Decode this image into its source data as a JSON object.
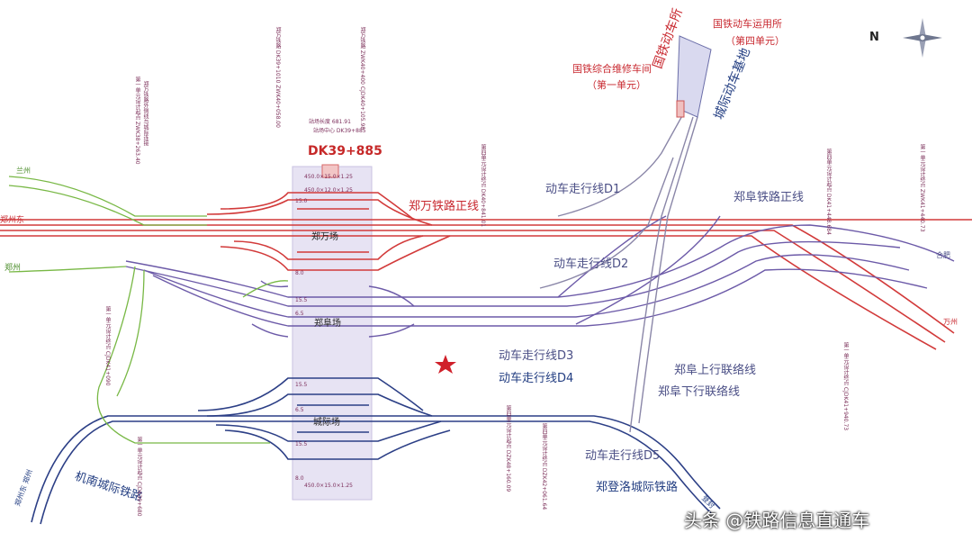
{
  "colors": {
    "zhengwan": "#d23a3a",
    "zhengfu": "#6c5aa8",
    "chengji": "#2c3f86",
    "green": "#78b845",
    "depot": "#d9d9ef"
  },
  "diagram": {
    "top_label": "DK39+885",
    "station_zhengwan": "郑万场",
    "station_zhengfu": "郑阜场",
    "station_chengji": "城际场",
    "line_zhengwan_main": "郑万铁路正线",
    "line_zhengfu_main": "郑阜铁路正线",
    "line_jinan_intercity": "机南城际铁路",
    "line_zhengdeng_intercity": "郑登洛城际铁路",
    "line_d1": "动车走行线D1",
    "line_d2": "动车走行线D2",
    "line_d3": "动车走行线D3",
    "line_d4": "动车走行线D4",
    "line_d5": "动车走行线D5",
    "link_up": "郑阜上行联络线",
    "link_down": "郑阜下行联络线",
    "depot_guotie": "国铁动车所",
    "depot_chengji": "城际动车基地",
    "depot_operation": "国铁动车运用所",
    "depot_operation_sub": "（第四单元）",
    "depot_maintenance": "国铁综合维修车间",
    "depot_maintenance_sub": "（第一单元）",
    "west_zhengzhoudong": "郑州东",
    "west_zhengzhou": "郑州",
    "west_lanzhou": "兰州",
    "sw_labels": "郑州东 郑州",
    "east_hefei": "合肥",
    "east_wanzhou": "万州",
    "se_labels": "登封",
    "compass_n": "N",
    "platform_block_top": "450.0×15.0×1.25",
    "platform_block_mid": "450.0×12.0×1.25",
    "platform_block_bottom": "450.0×15.0×1.25",
    "track_spacing_marks": [
      "15.0",
      "8.0",
      "15.5",
      "6.5",
      "15.5",
      "6.5",
      "15.5",
      "8.0"
    ],
    "watermark": "头条 @铁路信息直通车",
    "note_v1": "第一单元设计起点 ZWK38+263.40",
    "note_v2": "郑万铁路外侧线与城际连接",
    "note_v3": "郑万铁路 DK39+1010  ZWK40+058.00",
    "note_v4": "郑万铁路 ZWK40+400  CJDK40+105.98",
    "note_v5": "站场长度 681.91",
    "note_v6": "站场中心 DK39+885",
    "note_v7": "第四单元设计终点 DK40+841.01",
    "note_v8": "第一单元设计终点 ZWK41+440.73",
    "note_v9": "第四单元设计起点 DK41+448.684",
    "note_v10": "第四单元设计起点 DZK48+160.09",
    "note_v11": "第四单元设计终点 DZK42+061.64",
    "note_v12": "第一单元设计终点 CJDK41+940.73",
    "note_v13": "第一单元设计起点 CJDK39+680",
    "note_v14": "第一单元设计终点 CJDK41+090"
  }
}
